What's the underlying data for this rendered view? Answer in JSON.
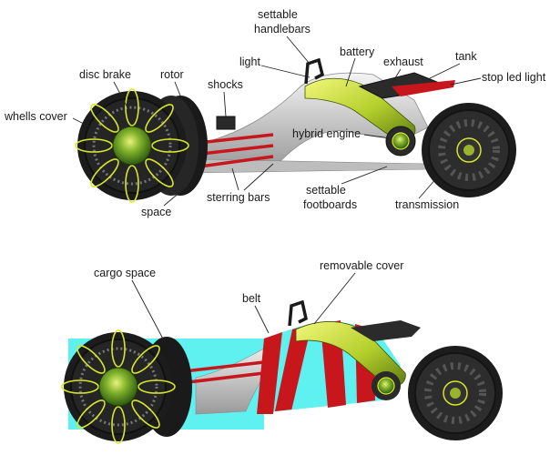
{
  "colors": {
    "tire": "#1c1c1c",
    "tire_tread": "#3a3a3a",
    "hub_green": "#3f7d1a",
    "accent_yellow": "#d6e62a",
    "lime": "#b9d23a",
    "body_grey": "#c9c9c9",
    "frame_silver": "#e4e4e4",
    "red": "#c8161d",
    "cargo_cyan": "#5ff0f0"
  },
  "labels_top": {
    "settable_handlebars_1": "settable",
    "settable_handlebars_2": "handlebars",
    "light": "light",
    "battery": "battery",
    "exhaust": "exhaust",
    "tank": "tank",
    "stop_led_light": "stop led light",
    "disc_brake": "disc brake",
    "rotor": "rotor",
    "shocks": "shocks",
    "wheels_cover": "whells cover",
    "hybrid_engine": "hybrid engine",
    "sterring_bars": "sterring bars",
    "space": "space",
    "settable_footboards_1": "settable",
    "settable_footboards_2": "footboards",
    "transmission": "transmission"
  },
  "labels_bottom": {
    "cargo_space": "cargo space",
    "removable_cover": "removable cover",
    "belt": "belt"
  }
}
